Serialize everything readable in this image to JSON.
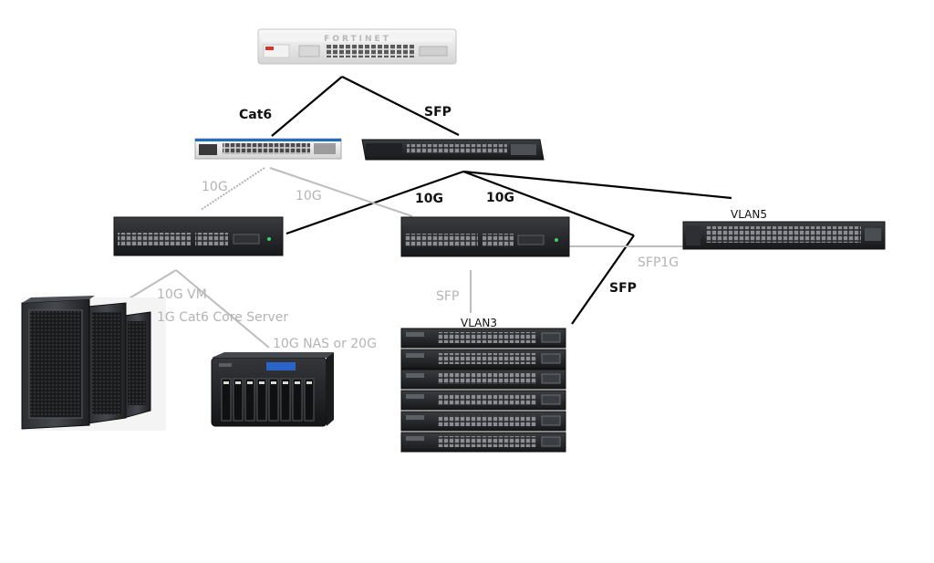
{
  "labels": {
    "cat6": "Cat6",
    "sfp_top": "SFP",
    "g10_left": "10G",
    "g10_mid": "10G",
    "g10_a": "10G",
    "g10_b": "10G",
    "vlan5": "VLAN5",
    "sfp1g": "SFP1G",
    "sfp_right": "SFP",
    "sfp_mid": "SFP",
    "vlan3": "VLAN3",
    "vm": "10G VM",
    "core": "1G Cat6 Core Server",
    "nas": "10G NAS or 20G"
  },
  "firewall": {
    "brand": "FORTINET"
  },
  "colors": {
    "dark_link": "#000000",
    "grey_link": "#bdbdbd",
    "device_dark": "#1f2023",
    "device_light": "#e6e6e6"
  }
}
